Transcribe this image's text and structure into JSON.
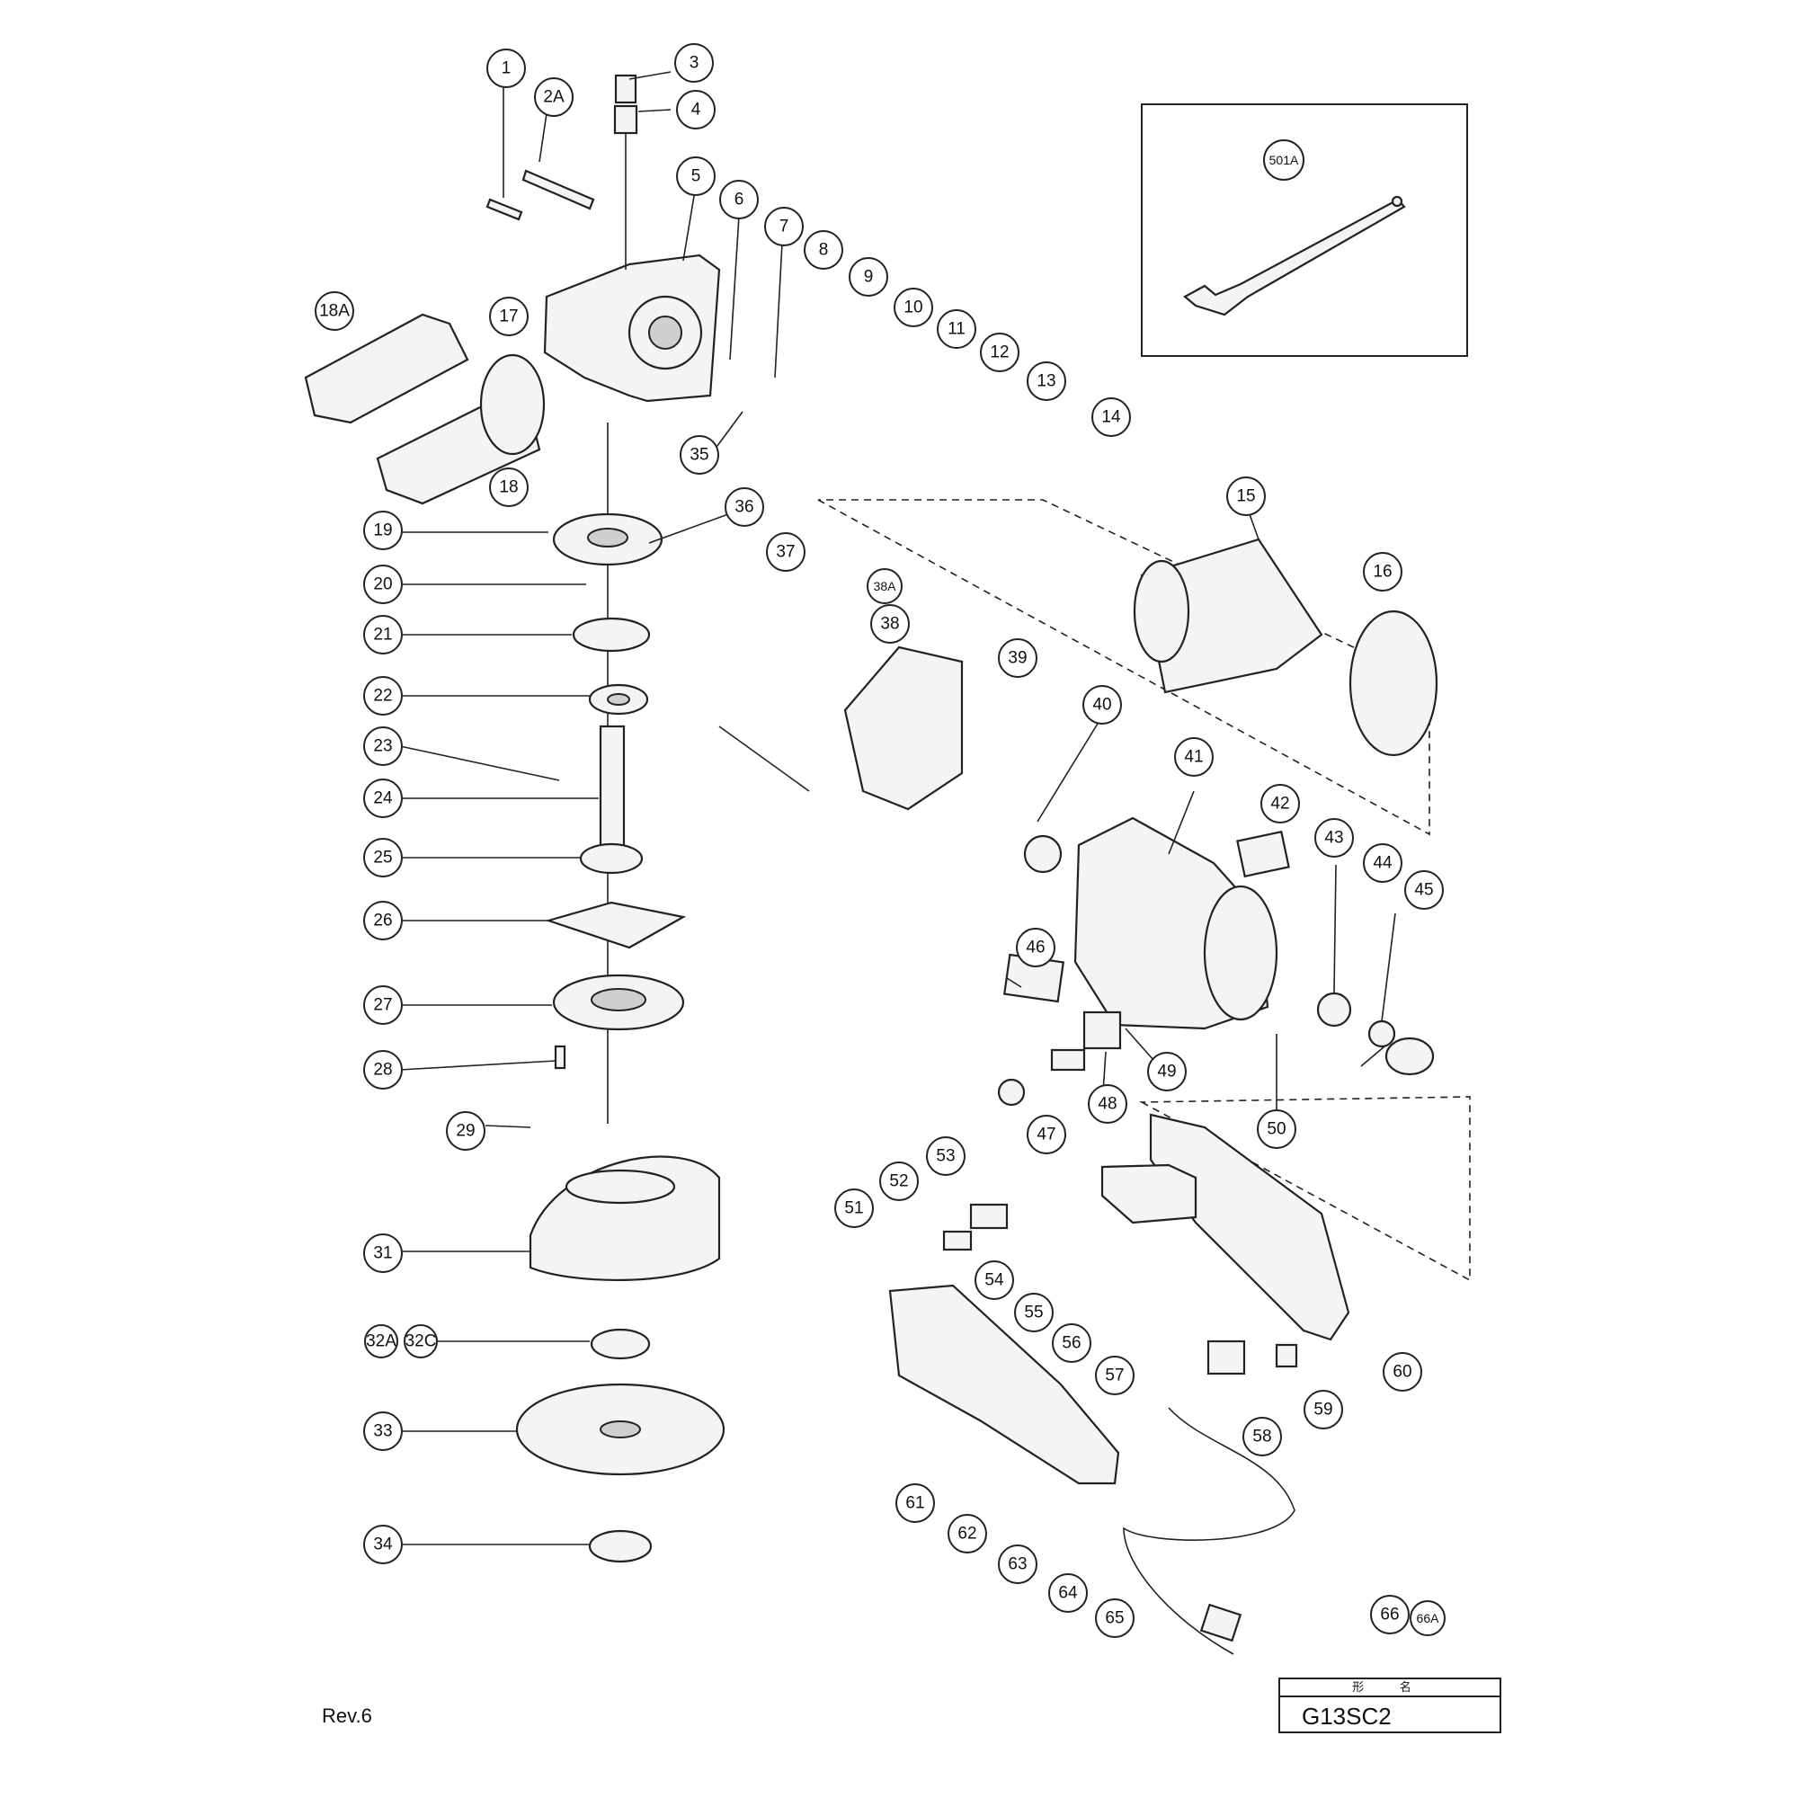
{
  "revision": "Rev.6",
  "title_block": {
    "header": "形 名",
    "model": "G13SC2"
  },
  "callouts": [
    "1",
    "2A",
    "3",
    "4",
    "5",
    "6",
    "7",
    "8",
    "9",
    "10",
    "11",
    "12",
    "13",
    "14",
    "15",
    "16",
    "17",
    "18A",
    "18",
    "19",
    "20",
    "21",
    "22",
    "23",
    "24",
    "25",
    "26",
    "27",
    "28",
    "29",
    "31",
    "32A",
    "32C",
    "33",
    "34",
    "35",
    "36",
    "37",
    "38A",
    "38",
    "39",
    "40",
    "41",
    "42",
    "43",
    "44",
    "45",
    "46",
    "47",
    "48",
    "49",
    "50",
    "51",
    "52",
    "53",
    "54",
    "55",
    "56",
    "57",
    "58",
    "59",
    "60",
    "61",
    "62",
    "63",
    "64",
    "65",
    "66",
    "66A",
    "501A"
  ]
}
